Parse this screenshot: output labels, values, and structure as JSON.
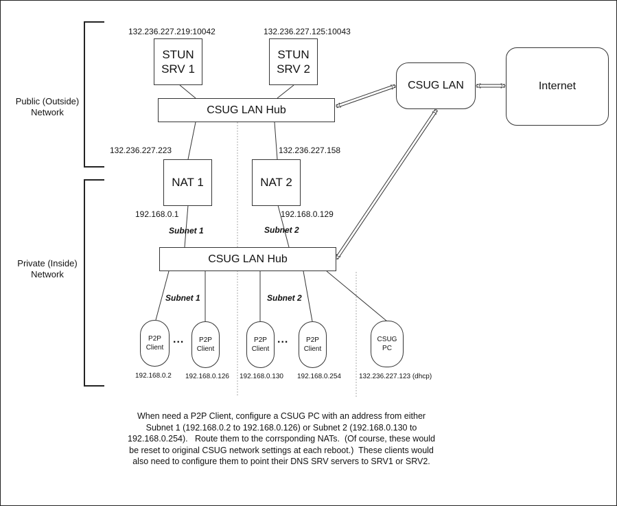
{
  "groups": {
    "public": {
      "label_line1": "Public (Outside)",
      "label_line2": "Network"
    },
    "private": {
      "label_line1": "Private (Inside)",
      "label_line2": "Network"
    }
  },
  "stun_servers": [
    {
      "line1": "STUN",
      "line2": "SRV 1",
      "address": "132.236.227.219:10042"
    },
    {
      "line1": "STUN",
      "line2": "SRV 2",
      "address": "132.236.227.125:10043"
    }
  ],
  "hubs": {
    "public": "CSUG LAN Hub",
    "private": "CSUG LAN Hub"
  },
  "csug_lan": "CSUG LAN",
  "internet": "Internet",
  "nats": [
    {
      "label": "NAT 1",
      "public_ip": "132.236.227.223",
      "private_ip": "192.168.0.1",
      "subnet": "Subnet 1"
    },
    {
      "label": "NAT 2",
      "public_ip": "132.236.227.158",
      "private_ip": "192.168.0.129",
      "subnet": "Subnet 2"
    }
  ],
  "client_subnets": [
    "Subnet 1",
    "Subnet 2"
  ],
  "clients": [
    {
      "line1": "P2P",
      "line2": "Client",
      "ip": "192.168.0.2"
    },
    {
      "line1": "P2P",
      "line2": "Client",
      "ip": "192.168.0.126"
    },
    {
      "line1": "P2P",
      "line2": "Client",
      "ip": "192.168.0.130"
    },
    {
      "line1": "P2P",
      "line2": "Client",
      "ip": "192.168.0.254"
    }
  ],
  "ellipsis": "...",
  "csug_pc": {
    "line1": "CSUG",
    "line2": "PC",
    "ip": "132.236.227.123 (dhcp)"
  },
  "note": [
    "When need a P2P Client, configure a CSUG PC with an address from either",
    "Subnet 1 (192.168.0.2 to 192.168.0.126) or Subnet 2 (192.168.0.130 to",
    "192.168.0.254).   Route them to the corrsponding NATs.  (Of course, these would",
    "be reset to original CSUG network settings at each reboot.)  These clients would",
    "also need to configure them to point their DNS SRV servers to SRV1 or SRV2."
  ]
}
